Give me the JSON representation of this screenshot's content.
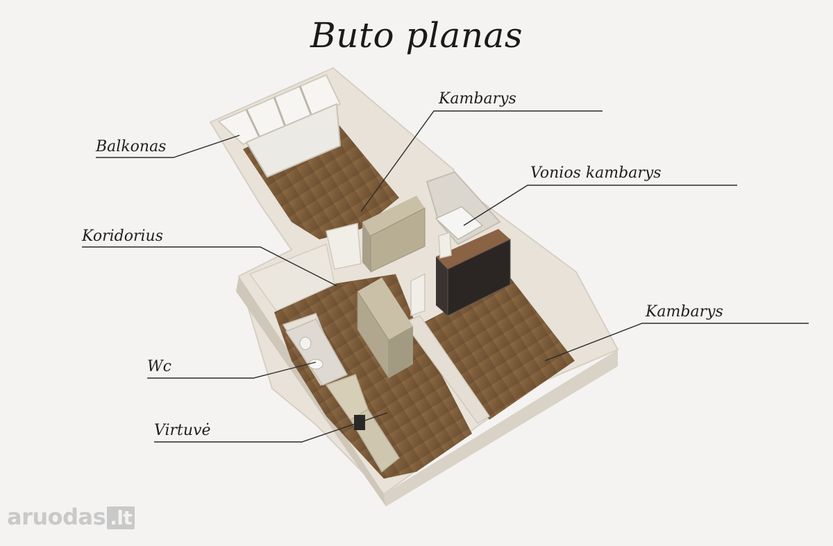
{
  "title": "Buto planas",
  "labels": {
    "balkonas": "Balkonas",
    "kambarys_top": "Kambarys",
    "vonios": "Vonios kambarys",
    "koridorius": "Koridorius",
    "kambarys_right": "Kambarys",
    "wc": "Wc",
    "virtuve": "Virtuvė"
  },
  "watermark": {
    "brand": "aruodas",
    "tld": ".lt"
  }
}
